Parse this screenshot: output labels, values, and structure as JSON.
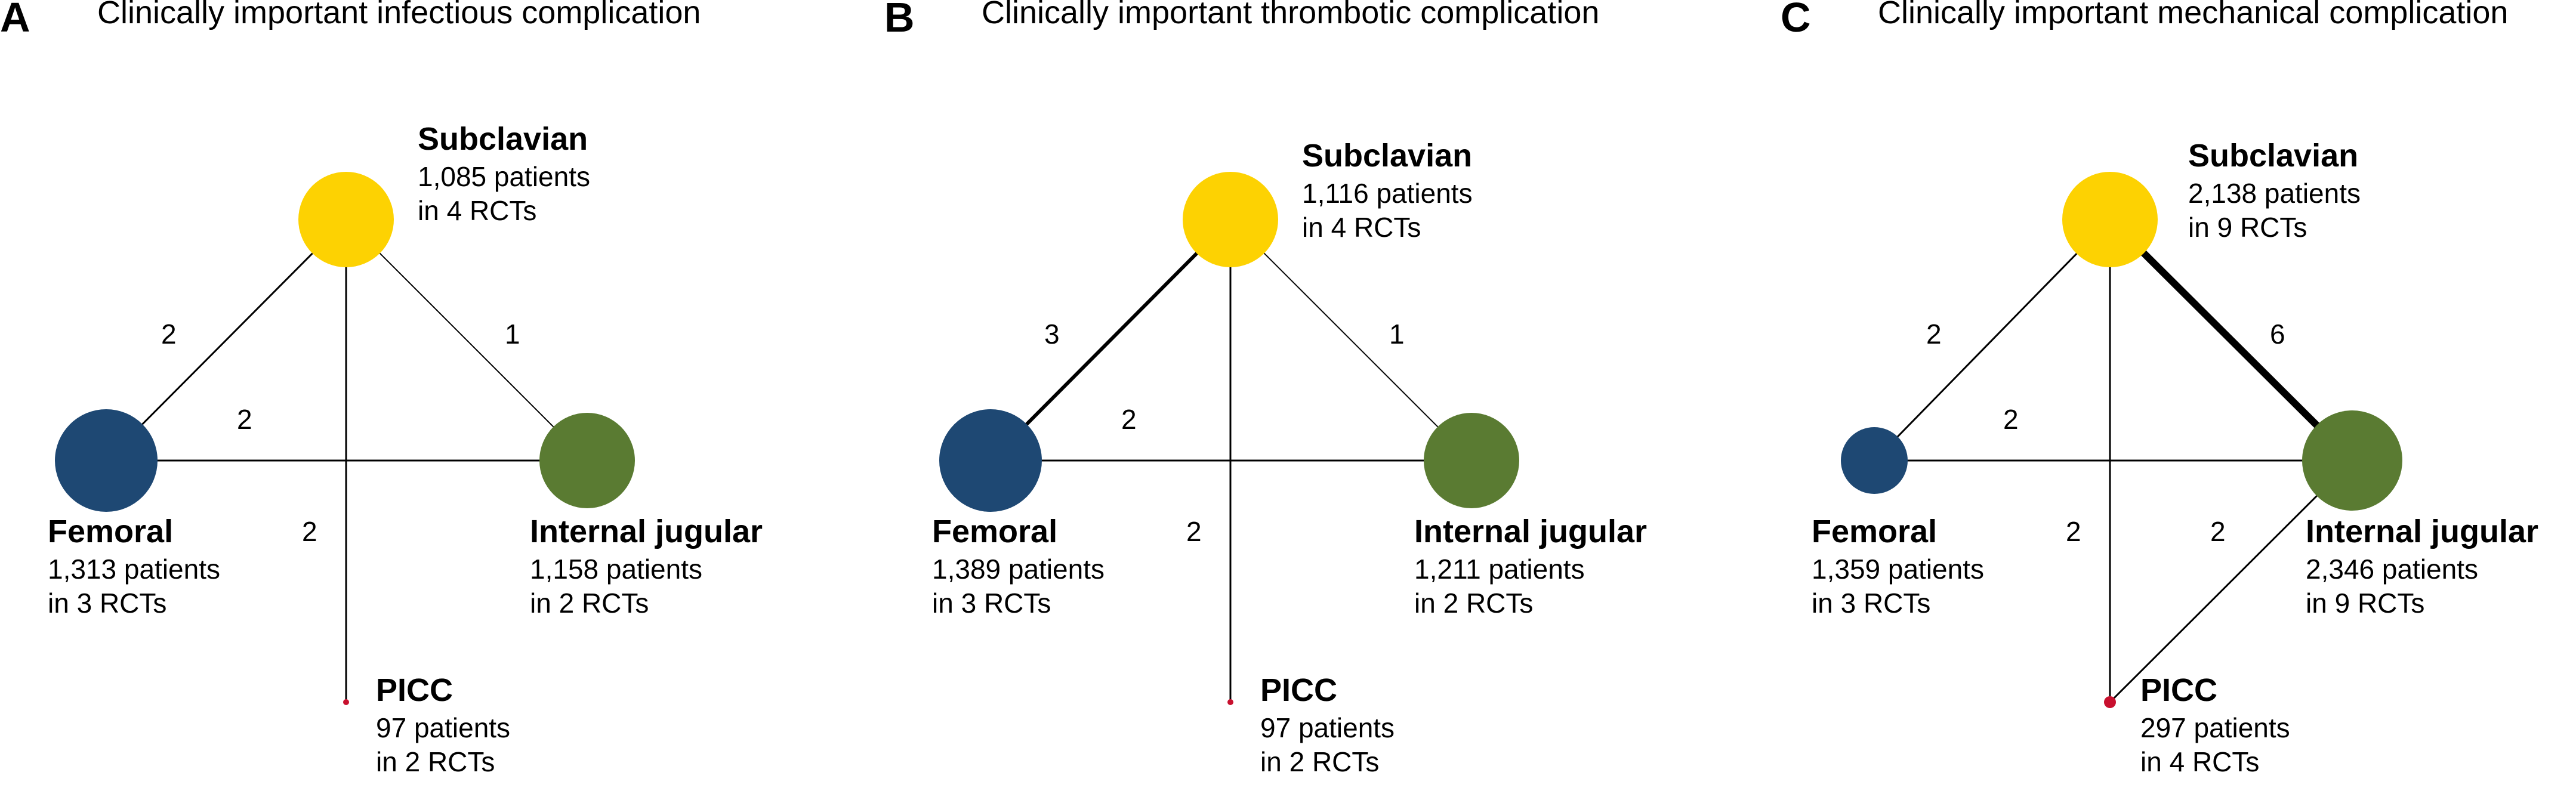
{
  "colors": {
    "subclavian": "#fdd202",
    "femoral": "#1e4873",
    "internal_jugular": "#5a7b32",
    "picc": "#c8102e",
    "edge": "#000000"
  },
  "panels": [
    {
      "letter": "A",
      "title": "Clinically important infectious complication",
      "nodes": {
        "subclavian": {
          "name": "Subclavian",
          "patients": "1,085 patients",
          "trials": "in 4 RCTs"
        },
        "femoral": {
          "name": "Femoral",
          "patients": "1,313 patients",
          "trials": "in 3 RCTs"
        },
        "internal_jugular": {
          "name": "Internal jugular",
          "patients": "1,158 patients",
          "trials": "in 2 RCTs"
        },
        "picc": {
          "name": "PICC",
          "patients": "97 patients",
          "trials": "in 2 RCTs"
        }
      },
      "edges": {
        "subclavian_femoral": "2",
        "subclavian_internal_jugular": "1",
        "femoral_internal_jugular": "2",
        "subclavian_picc": "2"
      }
    },
    {
      "letter": "B",
      "title": "Clinically important thrombotic complication",
      "nodes": {
        "subclavian": {
          "name": "Subclavian",
          "patients": "1,116 patients",
          "trials": "in 4 RCTs"
        },
        "femoral": {
          "name": "Femoral",
          "patients": "1,389 patients",
          "trials": "in 3 RCTs"
        },
        "internal_jugular": {
          "name": "Internal jugular",
          "patients": "1,211 patients",
          "trials": "in 2 RCTs"
        },
        "picc": {
          "name": "PICC",
          "patients": "97 patients",
          "trials": "in 2 RCTs"
        }
      },
      "edges": {
        "subclavian_femoral": "3",
        "subclavian_internal_jugular": "1",
        "femoral_internal_jugular": "2",
        "subclavian_picc": "2"
      }
    },
    {
      "letter": "C",
      "title": "Clinically important mechanical complication",
      "nodes": {
        "subclavian": {
          "name": "Subclavian",
          "patients": "2,138 patients",
          "trials": "in 9 RCTs"
        },
        "femoral": {
          "name": "Femoral",
          "patients": "1,359 patients",
          "trials": "in 3 RCTs"
        },
        "internal_jugular": {
          "name": "Internal jugular",
          "patients": "2,346 patients",
          "trials": "in 9 RCTs"
        },
        "picc": {
          "name": "PICC",
          "patients": "297 patients",
          "trials": "in 4 RCTs"
        }
      },
      "edges": {
        "subclavian_femoral": "2",
        "subclavian_internal_jugular": "6",
        "femoral_internal_jugular": "2",
        "subclavian_picc": "2",
        "internal_jugular_picc": "2"
      }
    }
  ]
}
